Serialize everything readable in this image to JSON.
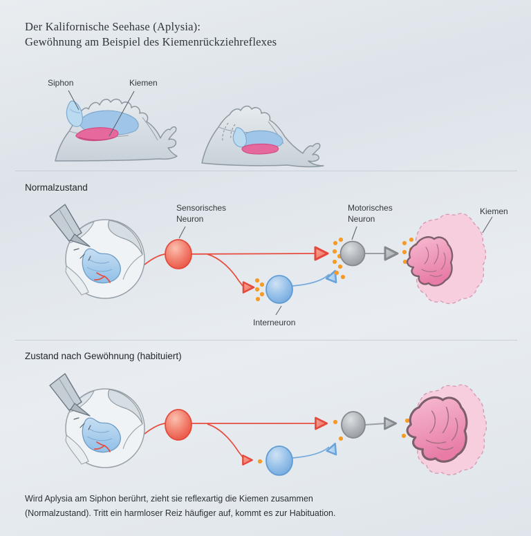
{
  "title": {
    "text": "Der Kalifornische Seehase (Aplysia):\nGewöhnung am Beispiel des Kiemenrückziehreflexes"
  },
  "anatomy_panel": {
    "siphon_label": "Siphon",
    "gill_label": "Kiemen"
  },
  "sections": {
    "normal": {
      "heading": "Normalzustand",
      "sensory_neuron_label": "Sensorisches\nNeuron",
      "motor_neuron_label": "Motorisches\nNeuron",
      "interneuron_label": "Interneuron",
      "gill_label": "Kiemen"
    },
    "habituated": {
      "heading": "Zustand nach Gewöhnung (habituiert)"
    }
  },
  "caption": {
    "text": "Wird Aplysia am Siphon berührt, zieht sie reflexartig die Kiemen zusammen\n(Normalzustand). Tritt ein harmloser Reiz häufiger auf, kommt es zur Habituation."
  },
  "colors": {
    "background": "#e6eaee",
    "sensory_neuron": "#ee6352",
    "interneuron": "#8ab8e6",
    "motor_neuron": "#a9adb1",
    "neurotransmitter_dots": "#f59b28",
    "gill_pink": "#ec8cb0",
    "axon_red": "#e74c3f",
    "axon_blue": "#74aadc",
    "axon_gray": "#9aa0a5"
  }
}
